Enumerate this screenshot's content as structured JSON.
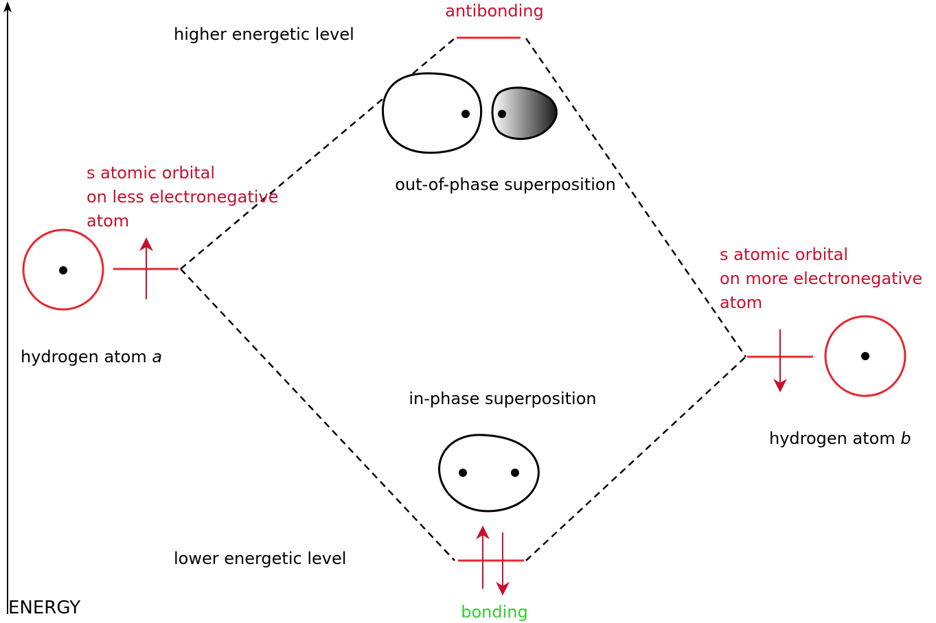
{
  "axis": {
    "label": "ENERGY"
  },
  "levels": {
    "higher": "higher energetic level",
    "lower": "lower energetic level"
  },
  "orbitals": {
    "antibonding": "antibonding",
    "bonding": "bonding",
    "out_of_phase": "out-of-phase superposition",
    "in_phase": "in-phase superposition"
  },
  "atom_a": {
    "name_prefix": "hydrogen atom ",
    "name_letter": "a",
    "orbital_lines": [
      "s atomic orbital",
      "on less electronegative",
      "atom"
    ]
  },
  "atom_b": {
    "name_prefix": "hydrogen atom ",
    "name_letter": "b",
    "orbital_lines": [
      "s atomic orbital",
      "on more electronegative",
      "atom"
    ]
  },
  "colors": {
    "orbital_red": "#c8102e",
    "atom_circle_red": "#e8262e",
    "bonding_green": "#33cc33",
    "line_black": "#000000"
  }
}
